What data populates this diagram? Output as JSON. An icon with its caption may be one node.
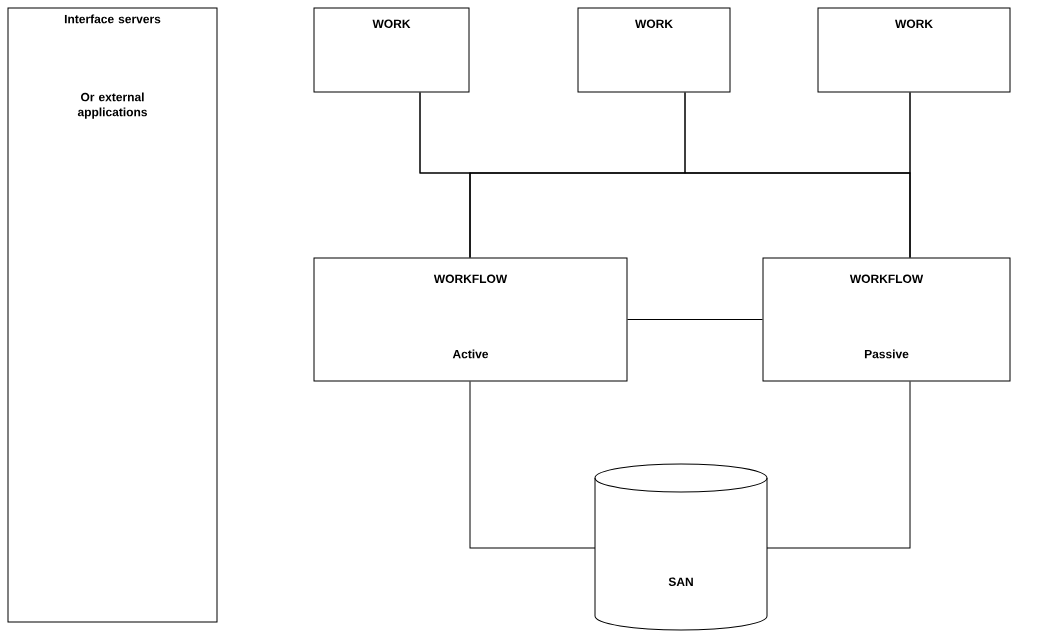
{
  "diagram": {
    "nodes": [
      {
        "text": [
          "Interface servers",
          "Or external applications"
        ]
      },
      {
        "text": [
          "WORK"
        ]
      },
      {
        "text": [
          "WORK"
        ]
      },
      {
        "text": [
          "WORK"
        ]
      },
      {
        "text": [
          "WORKFLOW",
          "Active"
        ]
      },
      {
        "text": [
          "WORKFLOW",
          "Passive"
        ]
      },
      {
        "text": [
          "SAN"
        ]
      }
    ],
    "edges": [
      {
        "from": 1,
        "to": 4,
        "arrow": "none"
      },
      {
        "from": 1,
        "to": 5,
        "arrow": "none"
      },
      {
        "from": 2,
        "to": 4,
        "arrow": "none"
      },
      {
        "from": 2,
        "to": 5,
        "arrow": "none"
      },
      {
        "from": 3,
        "to": 4,
        "arrow": "none"
      },
      {
        "from": 3,
        "to": 5,
        "arrow": "none"
      },
      {
        "from": 4,
        "to": 5,
        "arrow": "none"
      },
      {
        "from": 4,
        "to": 6,
        "arrow": "none"
      },
      {
        "from": 5,
        "to": 6,
        "arrow": "none"
      }
    ]
  }
}
